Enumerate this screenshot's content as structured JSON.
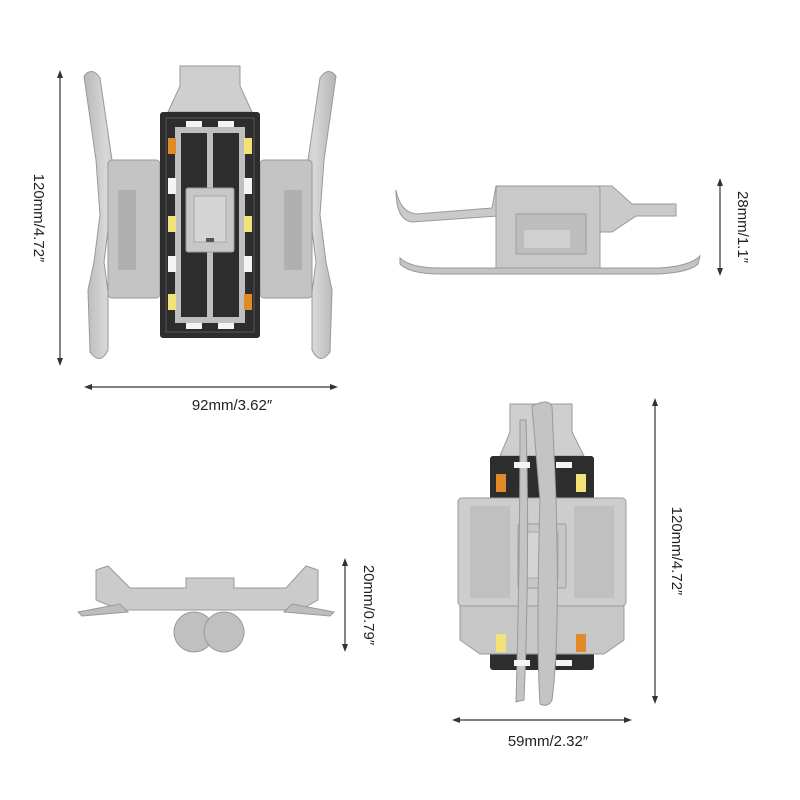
{
  "views": {
    "top": {
      "width_label": "92mm/3.62″",
      "height_label": "120mm/4.72″"
    },
    "side": {
      "height_label": "28mm/1.1″"
    },
    "front": {
      "height_label": "20mm/0.79″"
    },
    "folded": {
      "width_label": "59mm/2.32″",
      "height_label": "120mm/4.72″"
    }
  },
  "colors": {
    "body": "#c9c9c9",
    "body_dark": "#a9a9a9",
    "board": "#2d2d2d",
    "led_white": "#f4f4f4",
    "led_amber": "#e08a2a",
    "led_yellow": "#f2e27a",
    "dimension_line": "#333333"
  }
}
